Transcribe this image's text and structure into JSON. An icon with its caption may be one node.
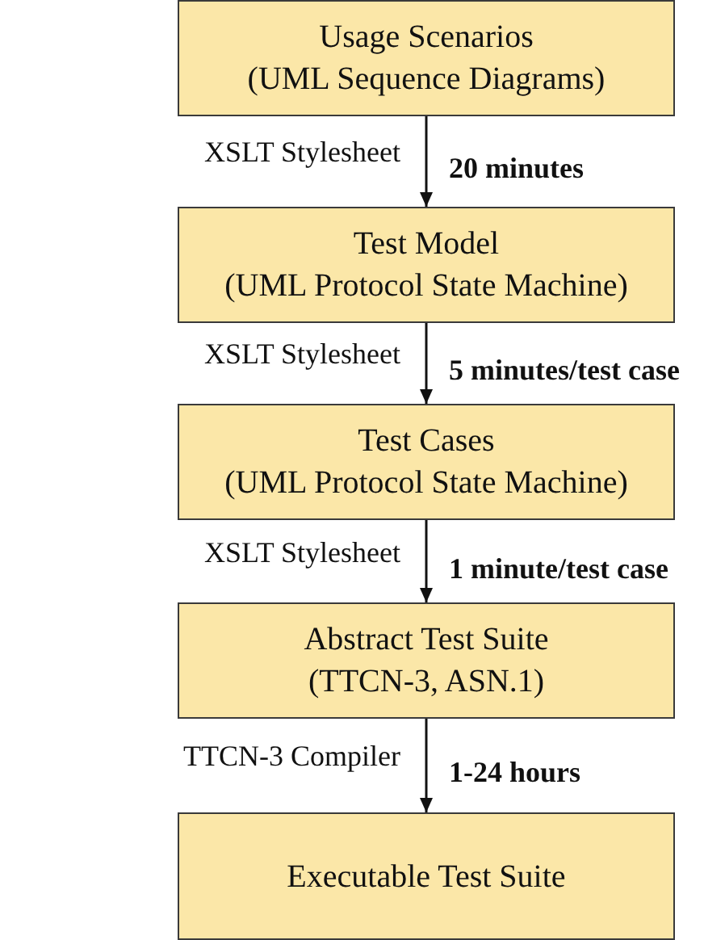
{
  "diagram": {
    "nodes": [
      {
        "text": [
          "Usage Scenarios",
          "(UML Sequence Diagrams)"
        ]
      },
      {
        "text": [
          "Test Model",
          "(UML Protocol State Machine)"
        ]
      },
      {
        "text": [
          "Test Cases",
          "(UML Protocol State Machine)"
        ]
      },
      {
        "text": [
          "Abstract Test Suite",
          "(TTCN-3, ASN.1)"
        ]
      },
      {
        "text": [
          "Executable Test Suite"
        ]
      }
    ],
    "edges": [
      {
        "from": 0,
        "to": 1,
        "arrow": "to",
        "label": "XSLT Stylesheet"
      },
      {
        "from": 1,
        "to": 2,
        "arrow": "to",
        "label": "XSLT Stylesheet"
      },
      {
        "from": 2,
        "to": 3,
        "arrow": "to",
        "label": "XSLT Stylesheet"
      },
      {
        "from": 3,
        "to": 4,
        "arrow": "to",
        "label": "TTCN-3 Compiler"
      }
    ],
    "labels": [
      "20 minutes",
      "5 minutes/test case",
      "1 minute/test case",
      "1-24 hours"
    ]
  }
}
